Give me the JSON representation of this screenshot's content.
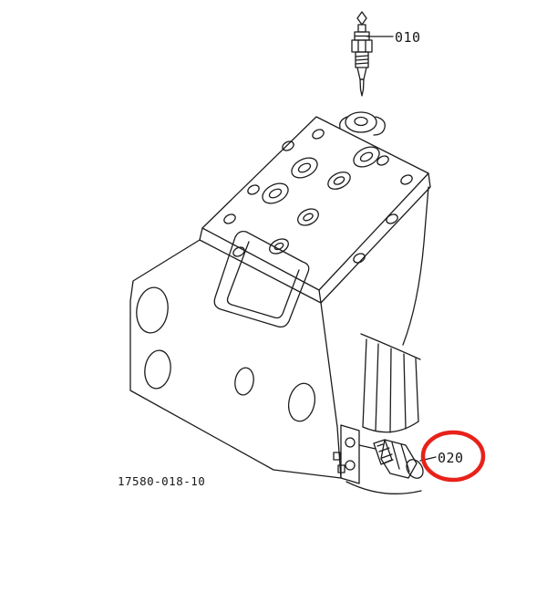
{
  "diagram": {
    "figure_number": "17580-018-10",
    "callouts": [
      {
        "label": "010",
        "highlighted": false
      },
      {
        "label": "020",
        "highlighted": true
      }
    ],
    "colors": {
      "line": "#1c1c1c",
      "highlight": "#e8211a",
      "background": "#ffffff"
    }
  }
}
